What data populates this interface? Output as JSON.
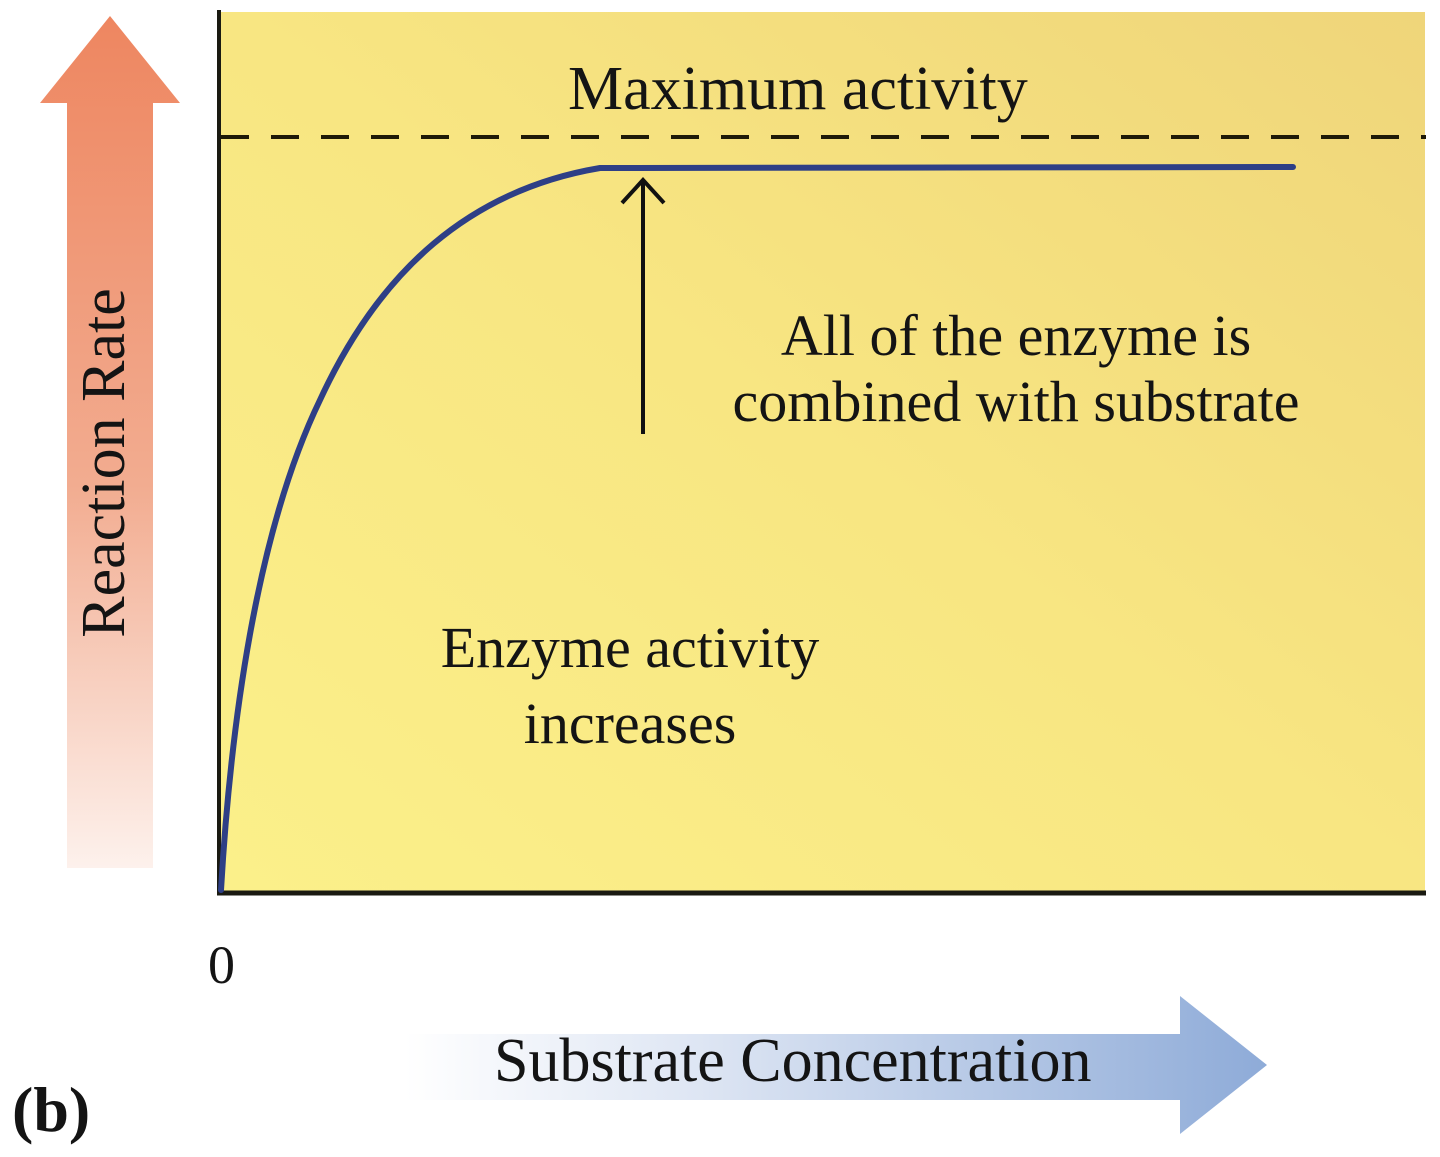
{
  "figure": {
    "panel_label": "(b)",
    "colors": {
      "plot_bg_light": "#FBEF86",
      "plot_bg_dark": "#EFD57A",
      "curve": "#2E3F86",
      "axis": "#1a1a12",
      "dashed_line": "#1e1a08",
      "y_arrow_top": "#EE8660",
      "y_arrow_bottom": "#FBE9E0",
      "x_arrow_left": "#FFFFFF",
      "x_arrow_right": "#8EABD8"
    }
  },
  "chart_data": {
    "type": "line",
    "title": "",
    "xlabel": "Substrate Concentration",
    "ylabel": "Reaction Rate",
    "x_tick_labels": [
      "0"
    ],
    "grid": false,
    "legend": null,
    "xlim": [
      0,
      1
    ],
    "ylim": [
      0,
      1
    ],
    "series": [
      {
        "name": "Enzyme reaction rate",
        "x": [
          0.0,
          0.02,
          0.05,
          0.1,
          0.15,
          0.2,
          0.25,
          0.3,
          0.335,
          0.4,
          0.5,
          0.6,
          0.7,
          0.8,
          0.89
        ],
        "y": [
          0.0,
          0.3,
          0.55,
          0.75,
          0.85,
          0.91,
          0.945,
          0.962,
          0.966,
          0.966,
          0.966,
          0.966,
          0.966,
          0.966,
          0.966
        ]
      }
    ],
    "reference_lines": [
      {
        "type": "horizontal",
        "style": "dashed",
        "y": 1.0,
        "label": "Maximum activity"
      }
    ],
    "annotations": [
      {
        "text": "Maximum activity",
        "position": "above dashed line"
      },
      {
        "text": "All of the enzyme is combined with substrate",
        "arrow_to": {
          "x": 0.35,
          "y": 0.966
        }
      },
      {
        "text": "Enzyme activity increases",
        "position": "under rising portion of curve"
      }
    ]
  },
  "labels": {
    "max_activity": "Maximum activity",
    "saturation_line1": "All of the enzyme is",
    "saturation_line2": "combined with substrate",
    "increase_line1": "Enzyme activity",
    "increase_line2": "increases",
    "x_zero": "0",
    "x_axis": "Substrate Concentration",
    "y_axis": "Reaction Rate"
  }
}
